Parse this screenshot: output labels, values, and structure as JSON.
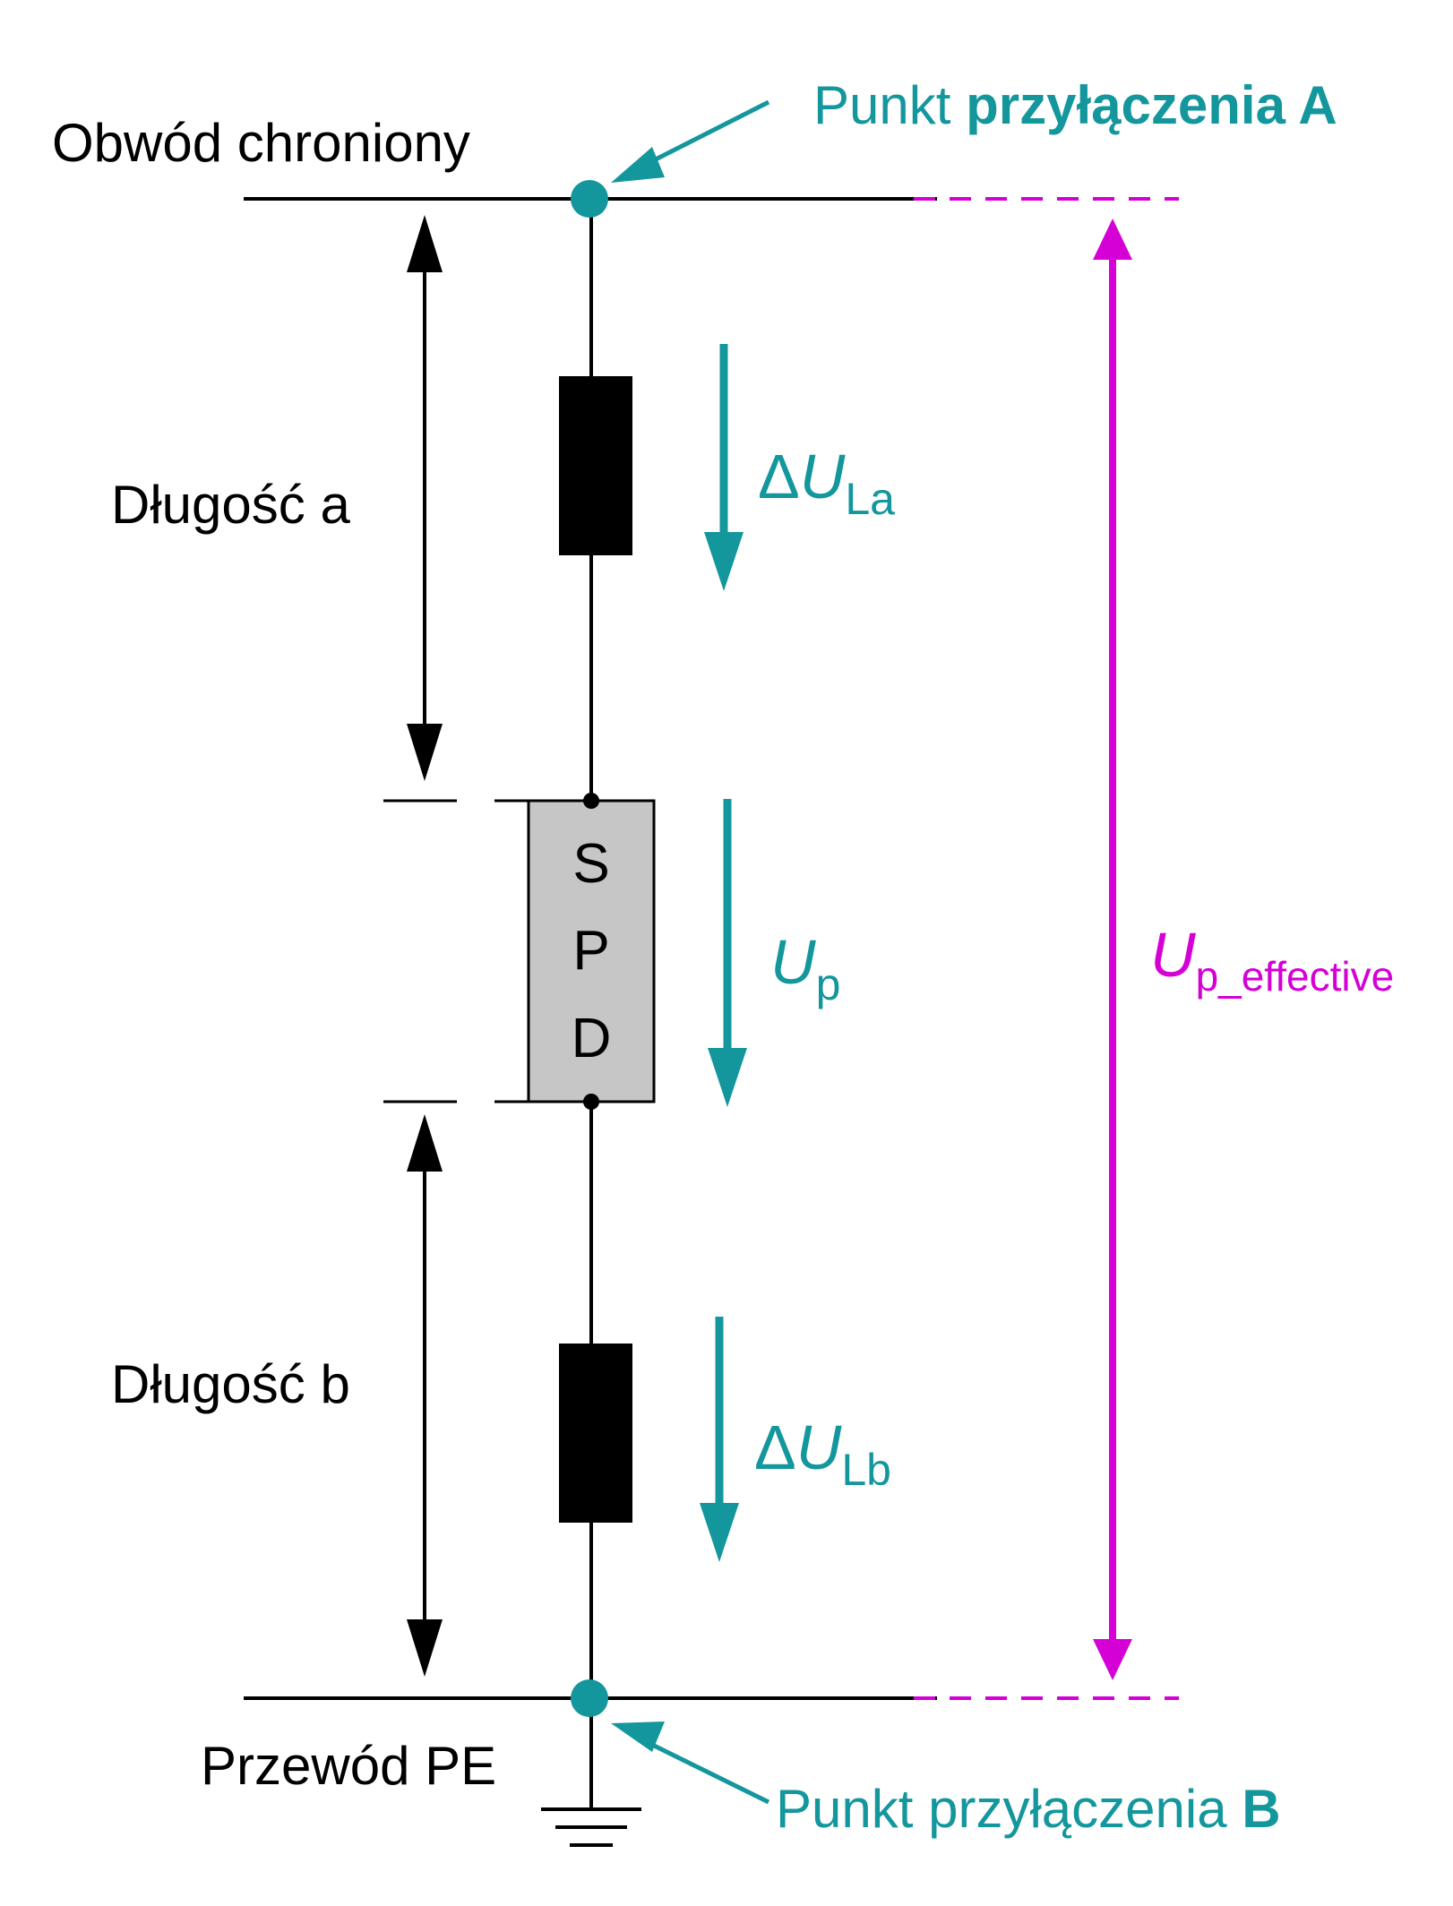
{
  "colors": {
    "teal": "#13979d",
    "magenta": "#d500d5",
    "black": "#000000",
    "spd_fill": "#c6c6c6"
  },
  "labels": {
    "circuit": "Obwód chroniony",
    "point_a_prefix": "Punkt ",
    "point_a_bold": "przyłączenia A",
    "point_b_prefix": "Punkt przyłączenia ",
    "point_b_bold": "B",
    "length_a": "Długość a",
    "length_b": "Długość b",
    "pe": "Przewód PE",
    "delta": "Δ",
    "u": "U",
    "sub_la": "La",
    "sub_lb": "Lb",
    "sub_p": "p",
    "sub_p_effective": "p_effective",
    "spd_s": "S",
    "spd_p": "P",
    "spd_d": "D"
  }
}
